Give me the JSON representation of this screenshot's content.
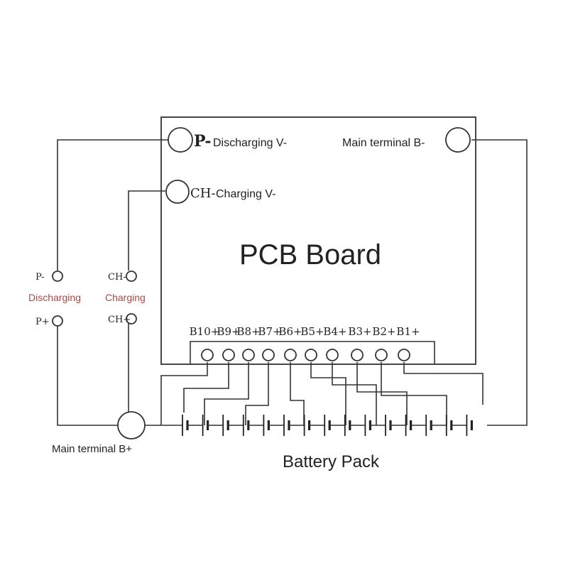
{
  "board": {
    "title": "PCB Board",
    "p_minus_label": "P-",
    "discharging_label": "Discharging V-",
    "main_terminal_b_minus_label": "Main terminal B-",
    "ch_minus_label": "CH-",
    "charging_label": "Charging V-",
    "balance_labels": [
      "B10+",
      "B9+",
      "B8+",
      "B7+",
      "B6+",
      "B5+",
      "B4+",
      "B3+",
      "B2+",
      "B1+"
    ]
  },
  "external": {
    "p_minus": "P-",
    "discharging": "Discharging",
    "ch_minus": "CH-",
    "charging": "Charging",
    "p_plus": "P+",
    "ch_plus": "CH+",
    "main_terminal_b_plus": "Main terminal B+"
  },
  "battery": {
    "title": "Battery Pack",
    "cell_count": 15
  },
  "colors": {
    "line": "#333333",
    "accent_red": "#b0473f"
  }
}
